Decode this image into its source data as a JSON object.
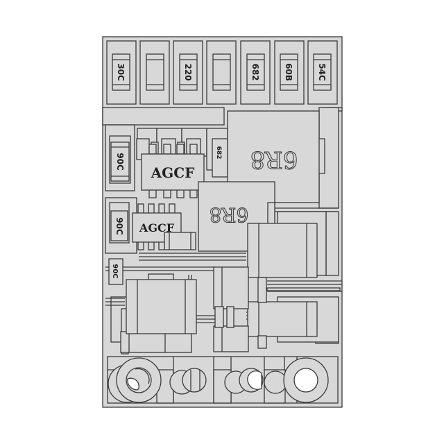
{
  "board": {
    "outline_color": "#3a3a3a",
    "fill_color": "#d8d8d8",
    "background": "#ffffff"
  },
  "top_row_resistors": [
    {
      "label": "30C"
    },
    {
      "label": ""
    },
    {
      "label": "220"
    },
    {
      "label": ""
    },
    {
      "label": "682"
    },
    {
      "label": "60B"
    },
    {
      "label": "54C"
    }
  ],
  "left_resistors": [
    {
      "label": "90C"
    },
    {
      "label": "90C"
    },
    {
      "label": "90C"
    }
  ],
  "small_resistor_upper": {
    "label": "682"
  },
  "ics": [
    {
      "label": "AGCF"
    },
    {
      "label": "AGCF"
    }
  ],
  "inductors": [
    {
      "label": "6R8"
    },
    {
      "label": "6R8"
    }
  ],
  "terminals": [
    {
      "name": "terminal-1"
    },
    {
      "name": "terminal-2"
    },
    {
      "name": "terminal-3"
    },
    {
      "name": "terminal-4"
    }
  ]
}
